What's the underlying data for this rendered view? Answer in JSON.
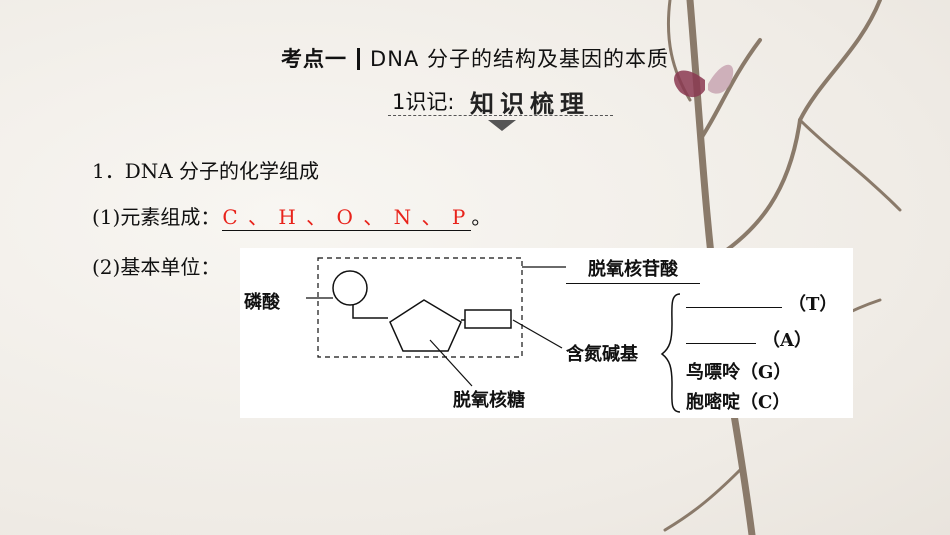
{
  "title": {
    "part1": "考点一",
    "part2": "DNA 分子的结构及基因的本质"
  },
  "badge": {
    "num": "1识记:",
    "name": "知识梳理"
  },
  "section": {
    "heading": "1．DNA 分子的化学组成",
    "elements_label": "(1)元素组成：",
    "elements_answer": "C 、 H 、 O 、 N 、 P",
    "elements_end": "。",
    "unit_label": "(2)基本单位："
  },
  "diagram": {
    "phosphate": "磷酸",
    "deoxynucleotide": "脱氧核苷酸",
    "base_group": "含氮碱基",
    "sugar": "脱氧核糖",
    "bases": [
      {
        "name": "",
        "code": "（T）"
      },
      {
        "name": "",
        "code": "（A）"
      },
      {
        "name": "鸟嘌呤",
        "code": "（G）"
      },
      {
        "name": "胞嘧啶",
        "code": "（C）"
      }
    ]
  },
  "colors": {
    "answer": "#e8231b",
    "background": "#f4f1ec"
  }
}
